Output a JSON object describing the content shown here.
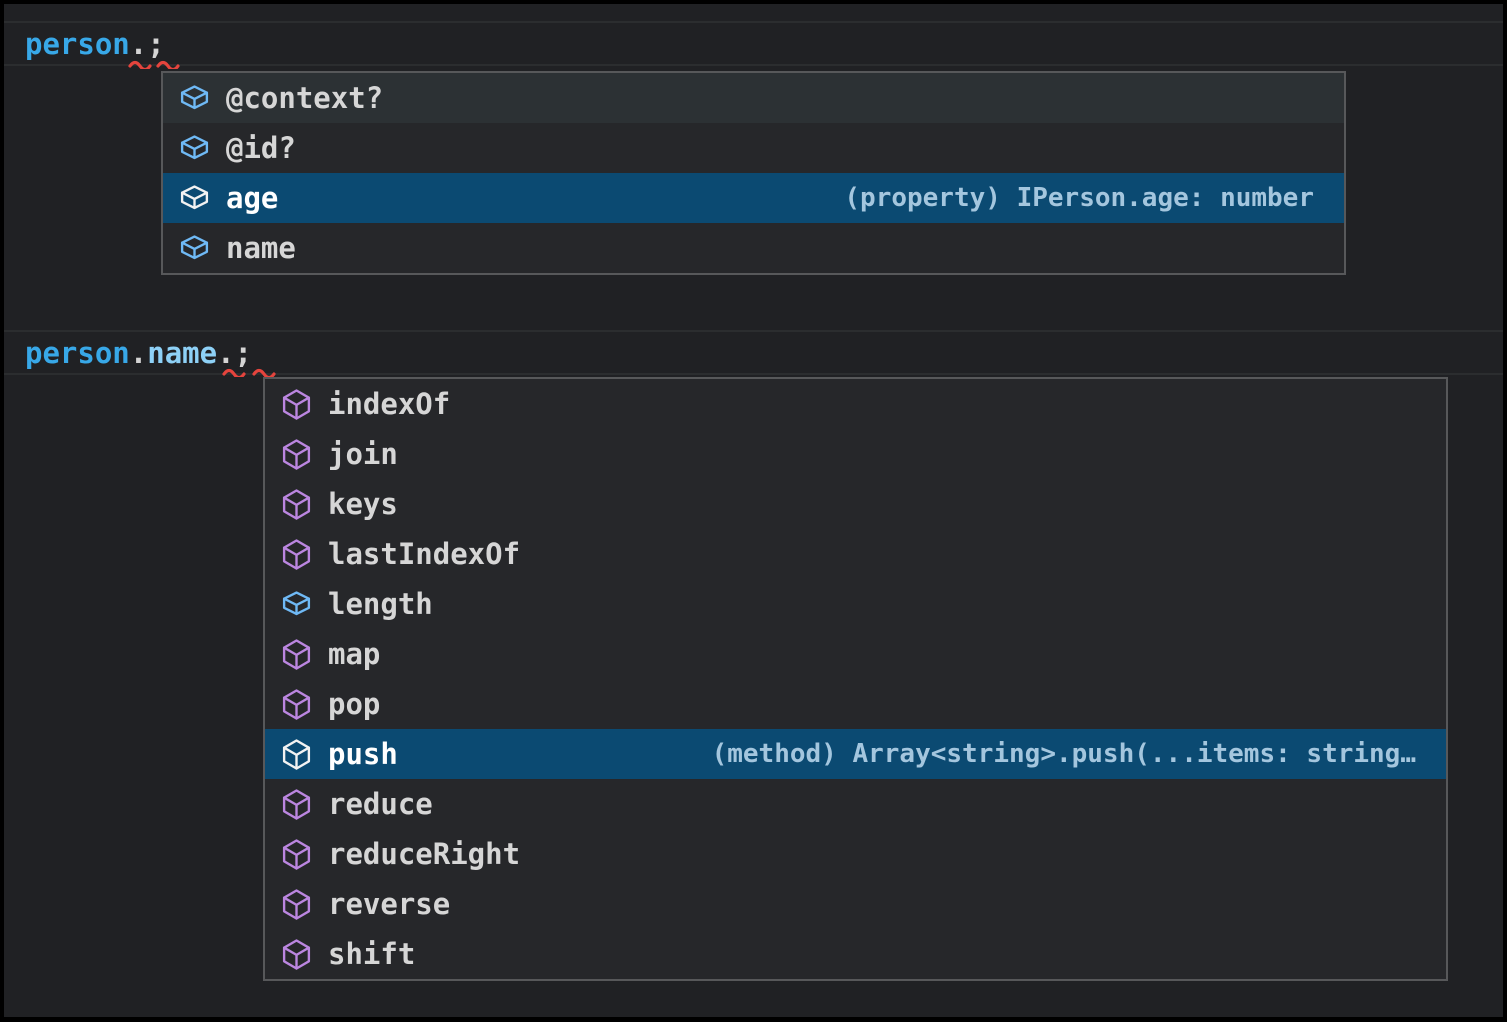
{
  "colors": {
    "frame-bg": "#000000",
    "editor-bg": "#202124",
    "line-border": "#2b2d2f",
    "list-bg": "#26272a",
    "list-border": "#57585a",
    "row-hover-bg": "#2c3134",
    "selection-bg": "#0b4a72",
    "label-color": "#d6d6d6",
    "selected-label-color": "#ffffff",
    "detail-color": "#a4c6de",
    "icon-field": "#6fb9f5",
    "icon-method": "#bb86e0",
    "icon-selected": "#f2f2f2",
    "squiggle": "#e5443d",
    "code-variable": "#38a8e8",
    "code-property": "#8ed1f7",
    "code-punctuation": "#d4d4d4"
  },
  "editor": {
    "line1": {
      "tokens": [
        {
          "text": "person",
          "color": "#38a8e8"
        },
        {
          "text": ".",
          "color": "#d4d4d4"
        },
        {
          "text": ";",
          "color": "#d4d4d4"
        }
      ]
    },
    "line2": {
      "tokens": [
        {
          "text": "person",
          "color": "#38a8e8"
        },
        {
          "text": ".",
          "color": "#d4d4d4"
        },
        {
          "text": "name",
          "color": "#8ed1f7"
        },
        {
          "text": ".",
          "color": "#d4d4d4"
        },
        {
          "text": ";",
          "color": "#d4d4d4"
        }
      ]
    }
  },
  "suggest_person": {
    "items": [
      {
        "label": "@context?",
        "kind": "field",
        "hovered": true
      },
      {
        "label": "@id?",
        "kind": "field"
      },
      {
        "label": "age",
        "kind": "field",
        "selected": true,
        "detail": "(property) IPerson.age: number"
      },
      {
        "label": "name",
        "kind": "field"
      }
    ]
  },
  "suggest_name": {
    "items": [
      {
        "label": "indexOf",
        "kind": "method"
      },
      {
        "label": "join",
        "kind": "method"
      },
      {
        "label": "keys",
        "kind": "method"
      },
      {
        "label": "lastIndexOf",
        "kind": "method"
      },
      {
        "label": "length",
        "kind": "field"
      },
      {
        "label": "map",
        "kind": "method"
      },
      {
        "label": "pop",
        "kind": "method"
      },
      {
        "label": "push",
        "kind": "method",
        "selected": true,
        "detail": "(method) Array<string>.push(...items: string…"
      },
      {
        "label": "reduce",
        "kind": "method"
      },
      {
        "label": "reduceRight",
        "kind": "method"
      },
      {
        "label": "reverse",
        "kind": "method"
      },
      {
        "label": "shift",
        "kind": "method"
      }
    ]
  }
}
